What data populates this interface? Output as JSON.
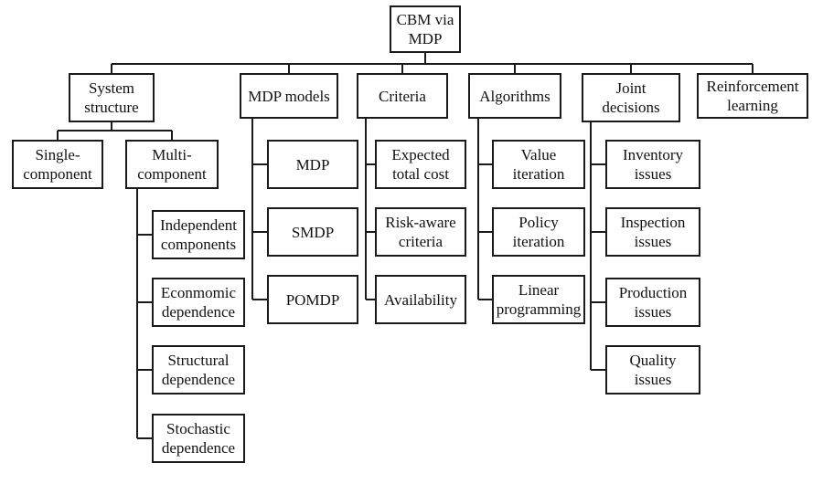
{
  "diagram": {
    "root": "CBM via\nMDP",
    "categories": {
      "system_structure": "System\nstructure",
      "mdp_models": "MDP models",
      "criteria": "Criteria",
      "algorithms": "Algorithms",
      "joint_decisions": "Joint\ndecisions",
      "reinforcement_learning": "Reinforcement\nlearning"
    },
    "system_structure": {
      "single_component": "Single-\ncomponent",
      "multi_component": "Multi-\ncomponent",
      "multi_component_items": [
        "Independent\ncomponents",
        "Econmomic\ndependence",
        "Structural\ndependence",
        "Stochastic\ndependence"
      ]
    },
    "mdp_models_items": [
      "MDP",
      "SMDP",
      "POMDP"
    ],
    "criteria_items": [
      "Expected\ntotal cost",
      "Risk-aware\ncriteria",
      "Availability"
    ],
    "algorithms_items": [
      "Value\niteration",
      "Policy\niteration",
      "Linear\nprogramming"
    ],
    "joint_decisions_items": [
      "Inventory\nissues",
      "Inspection\nissues",
      "Production\nissues",
      "Quality issues"
    ]
  }
}
